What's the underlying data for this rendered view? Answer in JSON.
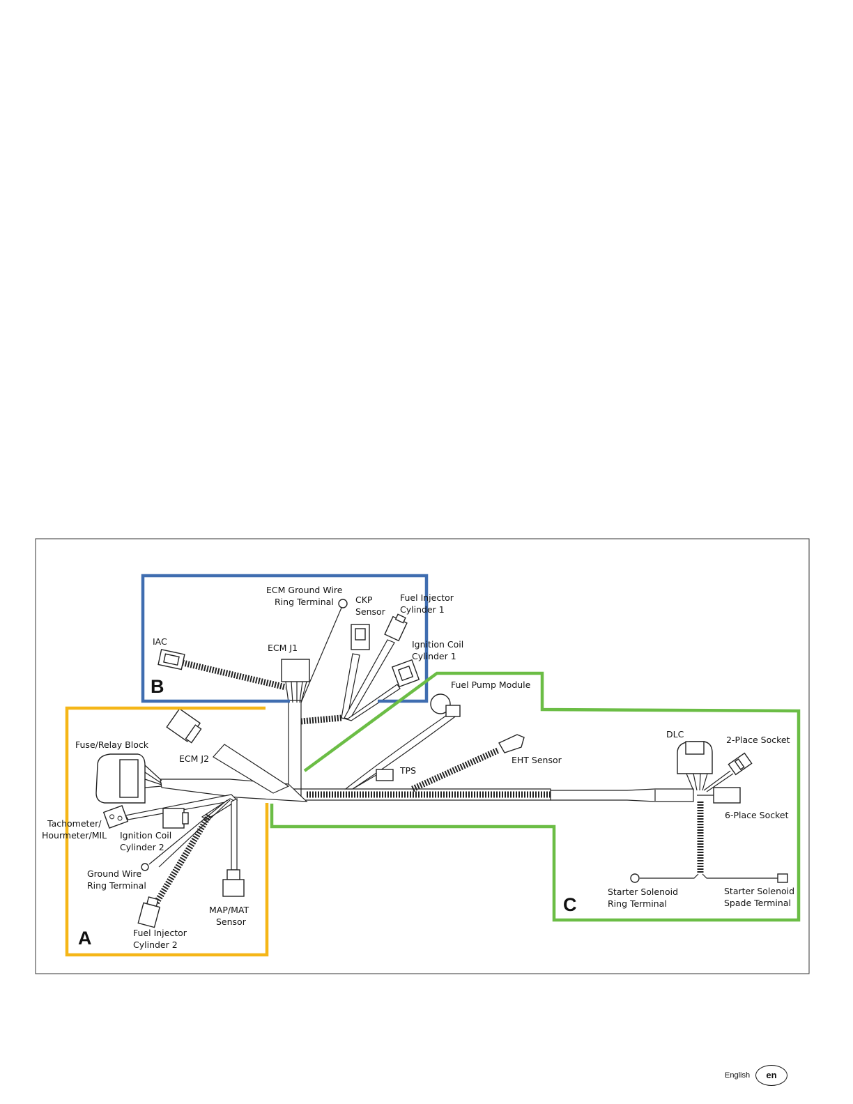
{
  "regions": [
    {
      "letter": "A",
      "color": "#f5b617"
    },
    {
      "letter": "B",
      "color": "#3f6db0"
    },
    {
      "letter": "C",
      "color": "#6bbd45"
    }
  ],
  "labels": {
    "ecm_ground_l1": "ECM Ground Wire",
    "ecm_ground_l2": "Ring Terminal",
    "ckp_l1": "CKP",
    "ckp_l2": "Sensor",
    "fi1_l1": "Fuel Injector",
    "fi1_l2": "Cylinder 1",
    "iac": "IAC",
    "ecm_j1": "ECM J1",
    "ic1_l1": "Ignition Coil",
    "ic1_l2": "Cylinder 1",
    "fuel_pump": "Fuel Pump Module",
    "fuse_relay": "Fuse/Relay Block",
    "ecm_j2": "ECM J2",
    "tps": "TPS",
    "eht": "EHT Sensor",
    "dlc": "DLC",
    "two_place": "2-Place Socket",
    "six_place": "6-Place Socket",
    "tach_l1": "Tachometer/",
    "tach_l2": "Hourmeter/MIL",
    "ic2_l1": "Ignition Coil",
    "ic2_l2": "Cylinder 2",
    "gnd_l1": "Ground Wire",
    "gnd_l2": "Ring Terminal",
    "map_l1": "MAP/MAT",
    "map_l2": "Sensor",
    "fi2_l1": "Fuel Injector",
    "fi2_l2": "Cylinder 2",
    "ssr_l1": "Starter Solenoid",
    "ssr_l2": "Ring Terminal",
    "sss_l1": "Starter Solenoid",
    "sss_l2": "Spade Terminal"
  },
  "footer": {
    "language": "English",
    "code": "en"
  }
}
